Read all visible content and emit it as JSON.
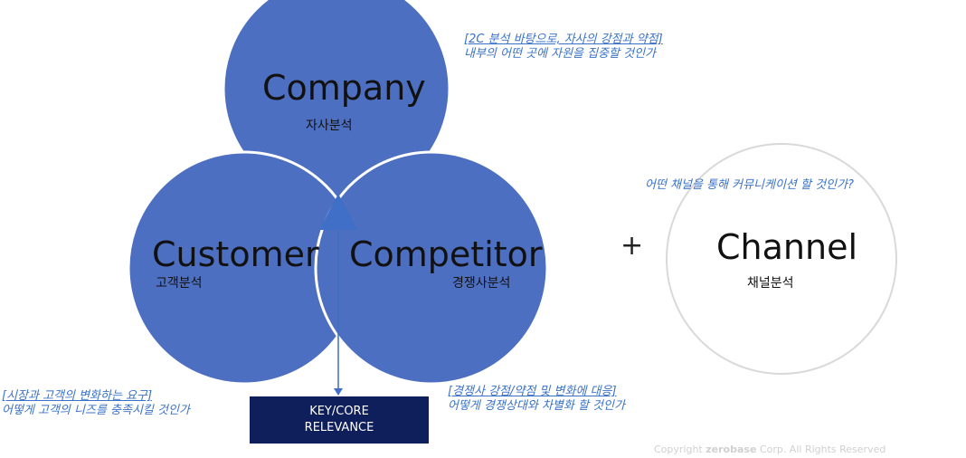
{
  "colors": {
    "circle_fill": "#4d6fc1",
    "circle_stroke": "#ffffff",
    "key_box": "#0f1f5c",
    "note_text": "#3a72c8",
    "channel_stroke": "#d9d9d9"
  },
  "circles": {
    "company": {
      "title": "Company",
      "subtitle": "자사분석"
    },
    "customer": {
      "title": "Customer",
      "subtitle": "고객분석"
    },
    "competitor": {
      "title": "Competitor",
      "subtitle": "경쟁사분석"
    },
    "channel": {
      "title": "Channel",
      "subtitle": "채널분석"
    }
  },
  "plus_sign": "+",
  "key_box": {
    "line1": "KEY/CORE",
    "line2": "RELEVANCE"
  },
  "notes": {
    "company": {
      "line1": "[2C 분석 바탕으로, 자사의 강점과 약점]",
      "line2": "내부의 어떤 곳에 자원을 집중할 것인가"
    },
    "customer": {
      "line1": "[시장과 고객의 변화하는 요구]",
      "line2": "어떻게 고객의 니즈를 충족시킬 것인가"
    },
    "competitor": {
      "line1": "[경쟁사 강점/약점 및 변화에 대응]",
      "line2": "어떻게 경쟁상대와 차별화 할 것인가"
    },
    "channel": {
      "line1": "어떤 채널을 통해 커뮤니케이션 할 것인가?"
    }
  },
  "copyright": {
    "prefix": "Copyright ",
    "brand": "zerobase",
    "suffix": " Corp. All Rights Reserved"
  }
}
